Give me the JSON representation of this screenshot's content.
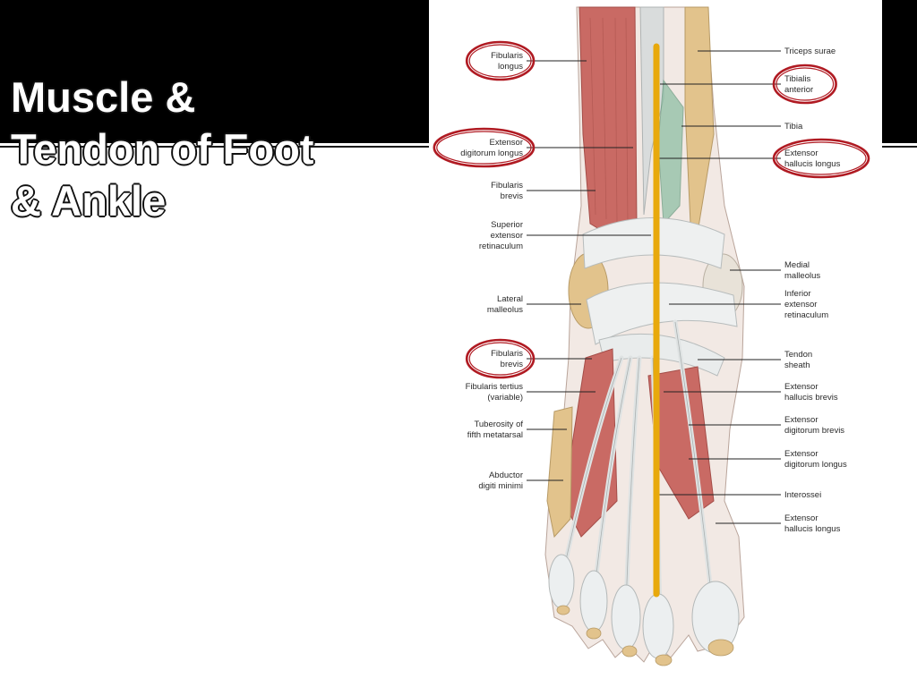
{
  "slide": {
    "title_lines": [
      "Muscle &",
      "Tendon of Foot",
      "& Ankle"
    ]
  },
  "colors": {
    "band": "#000000",
    "title_fill": "#ffffff",
    "highlight_circle": "#b01a22",
    "midline": "#e8a90c",
    "muscle": "#c96a64",
    "tendon": "#e9ecec",
    "bone": "#e2c38c"
  },
  "figure": {
    "left_labels": [
      {
        "lines": [
          "Fibularis",
          "longus"
        ],
        "circled": true
      },
      {
        "lines": [
          "Extensor",
          "digitorum longus"
        ],
        "circled": true
      },
      {
        "lines": [
          "Fibularis",
          "brevis"
        ],
        "circled": false
      },
      {
        "lines": [
          "Superior",
          "extensor",
          "retinaculum"
        ],
        "circled": false
      },
      {
        "lines": [
          "Lateral",
          "malleolus"
        ],
        "circled": false
      },
      {
        "lines": [
          "Fibularis",
          "brevis"
        ],
        "circled": true
      },
      {
        "lines": [
          "Fibularis tertius",
          "(variable)"
        ],
        "circled": false
      },
      {
        "lines": [
          "Tuberosity of",
          "fifth metatarsal"
        ],
        "circled": false
      },
      {
        "lines": [
          "Abductor",
          "digiti minimi"
        ],
        "circled": false
      }
    ],
    "right_labels": [
      {
        "lines": [
          "Triceps surae"
        ],
        "circled": false
      },
      {
        "lines": [
          "Tibialis",
          "anterior"
        ],
        "circled": true
      },
      {
        "lines": [
          "Tibia"
        ],
        "circled": false
      },
      {
        "lines": [
          "Extensor",
          "hallucis longus"
        ],
        "circled": true
      },
      {
        "lines": [
          "Medial",
          "malleolus"
        ],
        "circled": false
      },
      {
        "lines": [
          "Inferior",
          "extensor",
          "retinaculum"
        ],
        "circled": false
      },
      {
        "lines": [
          "Tendon",
          "sheath"
        ],
        "circled": false
      },
      {
        "lines": [
          "Extensor",
          "hallucis brevis"
        ],
        "circled": false
      },
      {
        "lines": [
          "Extensor",
          "digitorum brevis"
        ],
        "circled": false
      },
      {
        "lines": [
          "Extensor",
          "digitorum longus"
        ],
        "circled": false
      },
      {
        "lines": [
          "Interossei"
        ],
        "circled": false
      },
      {
        "lines": [
          "Extensor",
          "hallucis longus"
        ],
        "circled": false
      }
    ]
  }
}
